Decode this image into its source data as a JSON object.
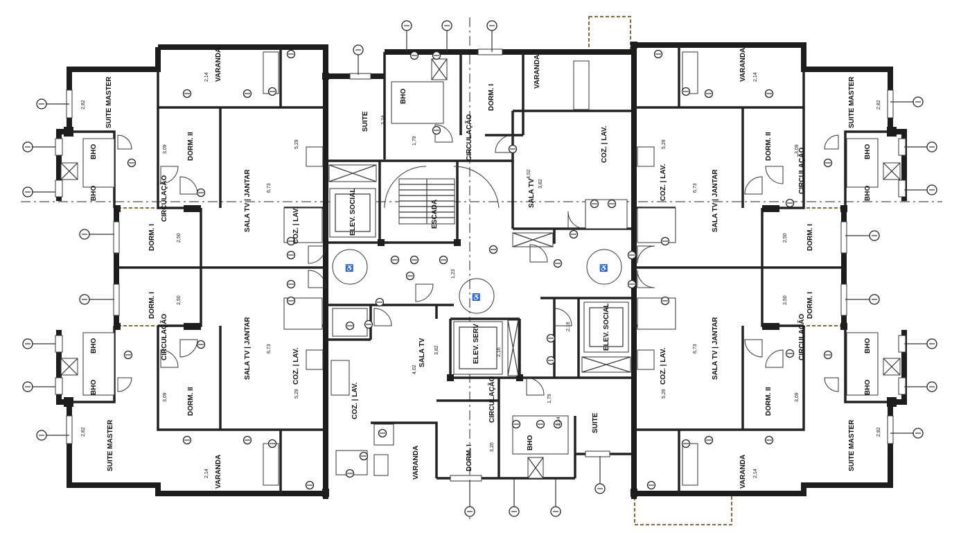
{
  "plan": {
    "rooms": {
      "suite_master": "SUITE MASTER",
      "dorm_i": "DORM. I",
      "dorm_ii": "DORM. II",
      "sala": "SALA TV | JANTAR",
      "coz": "COZ. | LAV.",
      "varanda": "VARANDA",
      "suite": "SUITE",
      "circulacao": "CIRCULAÇÃO",
      "bho": "BHO",
      "elev_social": "ELEV. SOCIAL",
      "elev_serv": "ELEV. SERV",
      "sala_tv": "SALA TV",
      "escada": "ESCADA"
    },
    "dims": {
      "d282": "2,82",
      "d309": "3,09",
      "d250": "2,50",
      "d673": "6,73",
      "d529": "5,29",
      "d214": "2,14",
      "d324": "3,24",
      "d382": "3,82",
      "d179": "1,79",
      "d320": "3,20",
      "d216": "2,16",
      "d123": "1,23",
      "d402": "4,02"
    }
  }
}
